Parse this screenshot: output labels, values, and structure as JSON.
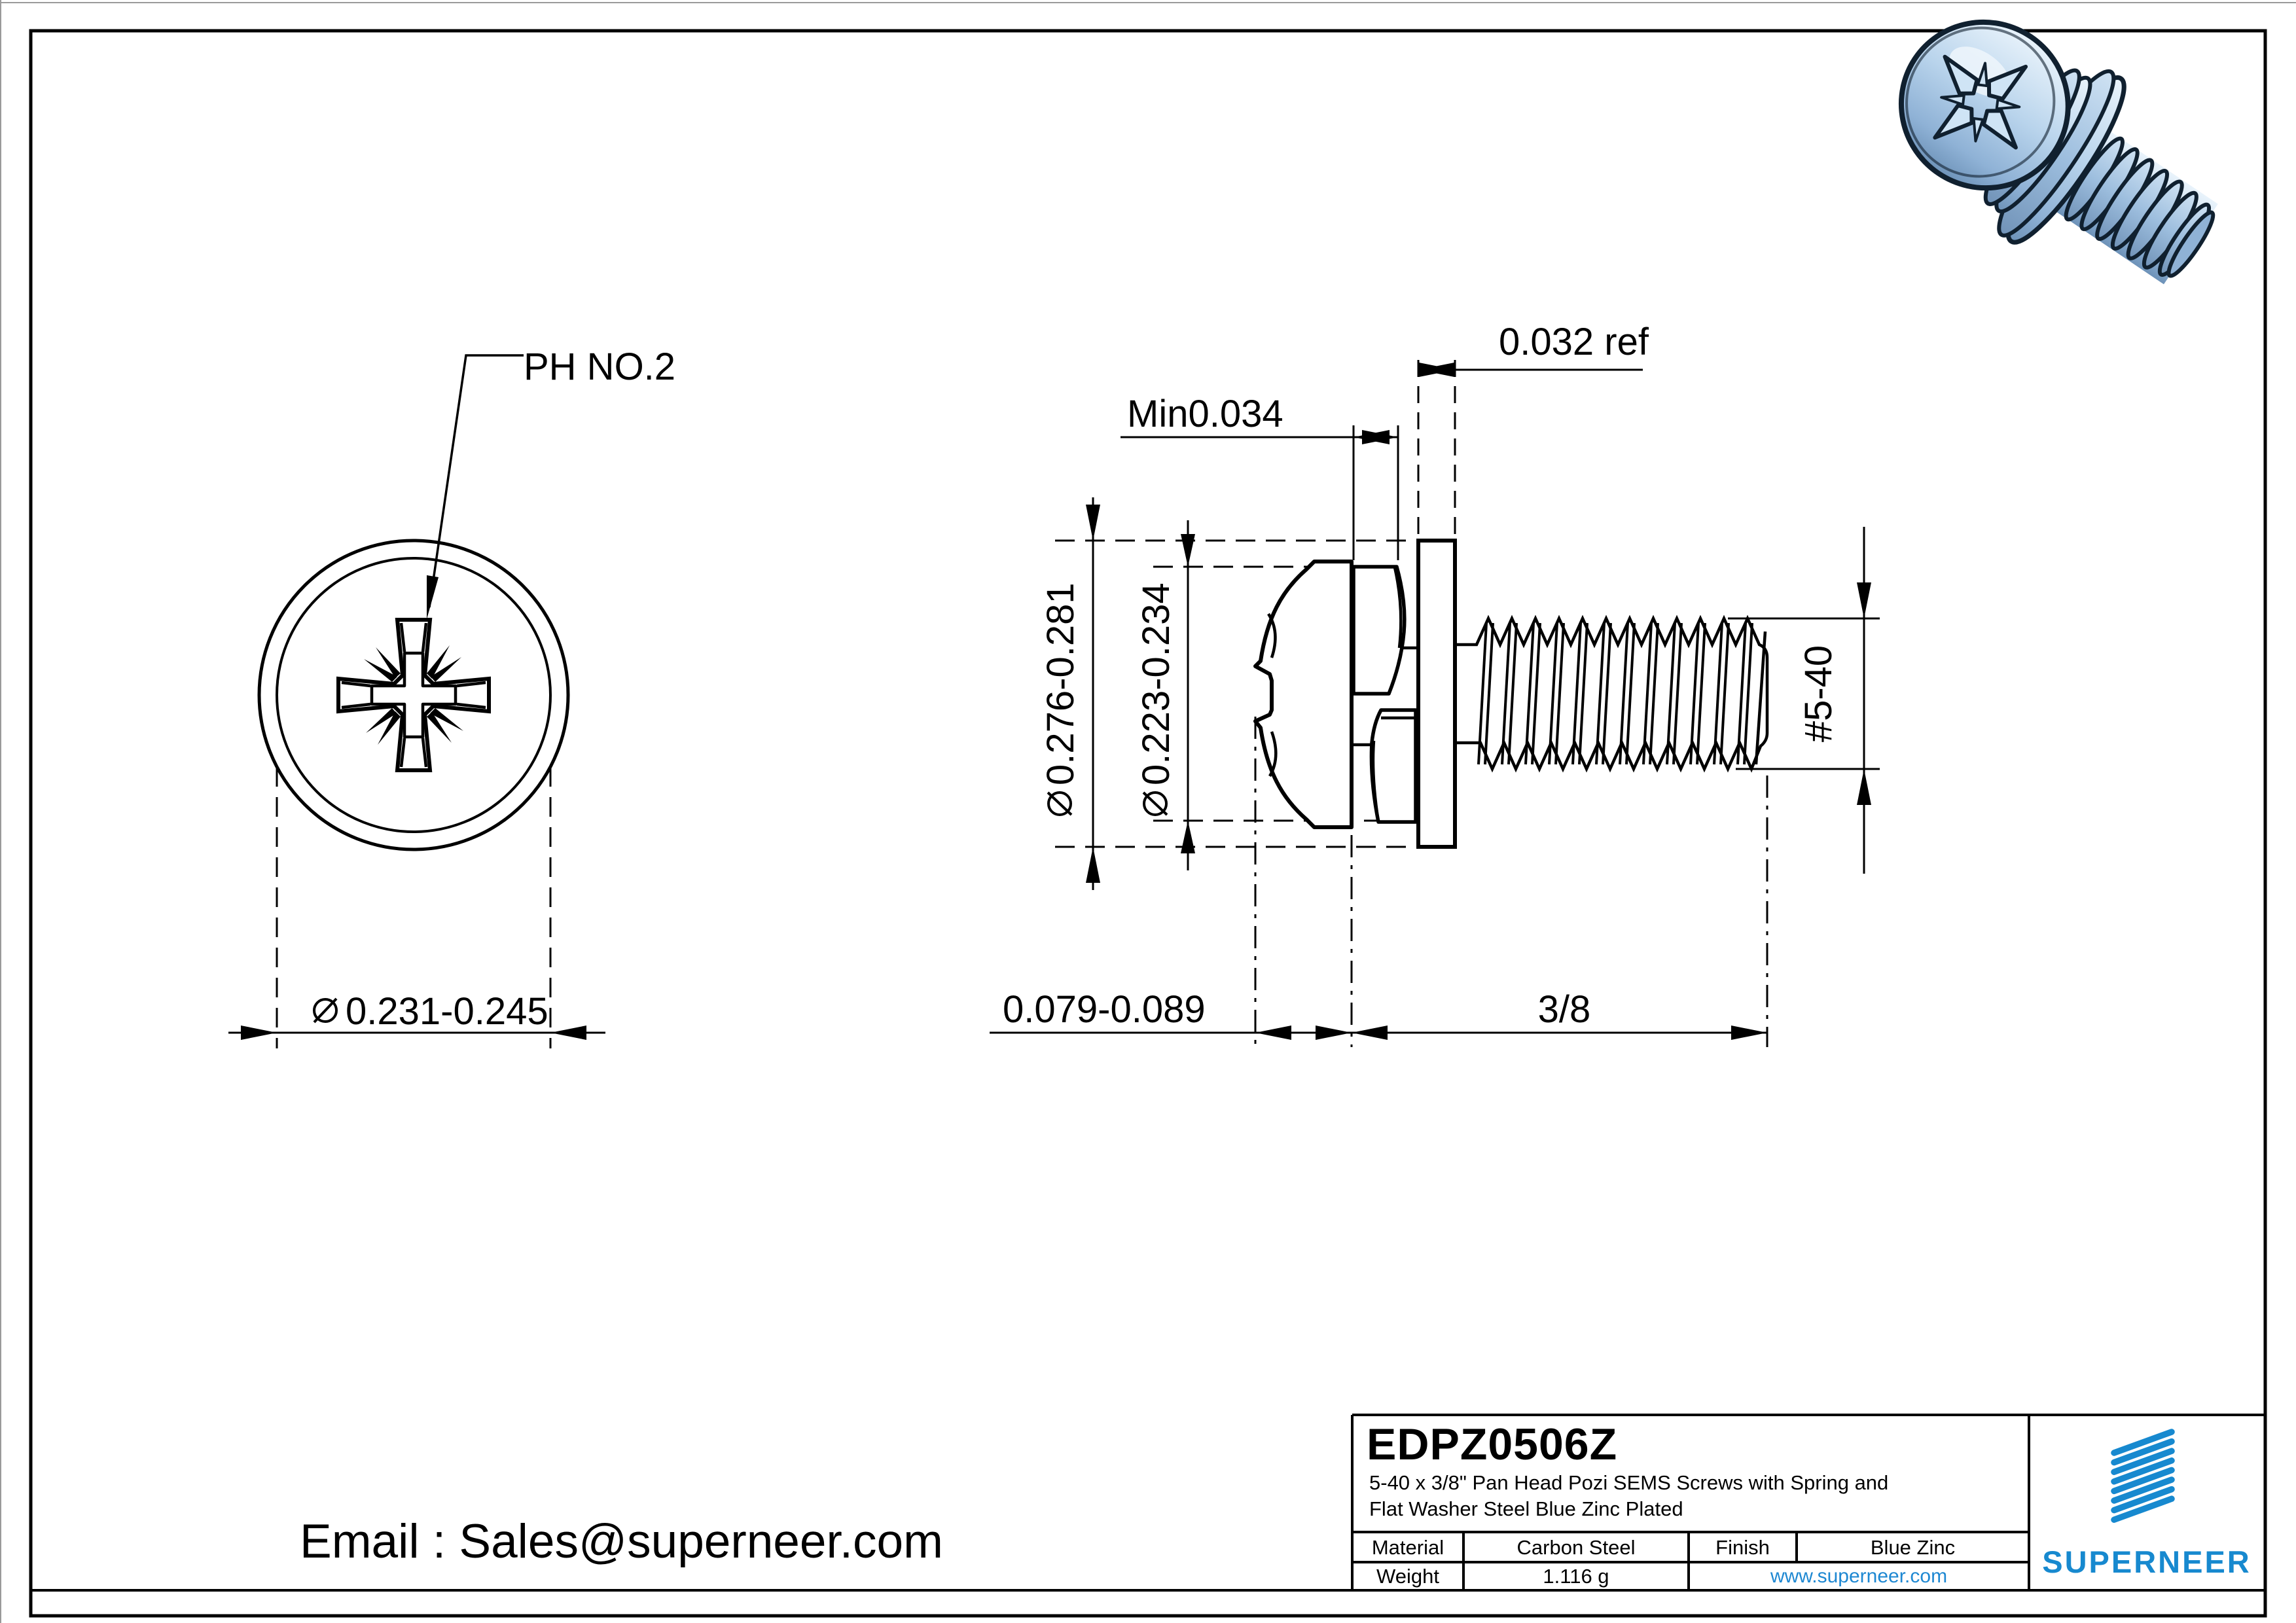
{
  "front_view": {
    "leader_label": "PH NO.2",
    "head_dia": {
      "symbol": "⌀",
      "value": "0.231-0.245"
    }
  },
  "side_view": {
    "flat_washer_thickness": "0.032 ref",
    "spring_washer_min": "Min0.034",
    "flat_washer_od": {
      "symbol": "⌀",
      "value": "0.276-0.281"
    },
    "head_od": {
      "symbol": "⌀",
      "value": "0.223-0.234"
    },
    "thread_size": "#5-40",
    "head_height": "0.079-0.089",
    "thread_length": "3/8"
  },
  "title_block": {
    "part_number": "EDPZ0506Z",
    "description_line1": "5-40 x 3/8\" Pan Head Pozi SEMS Screws with Spring and",
    "description_line2": "Flat Washer Steel Blue Zinc Plated",
    "material_label": "Material",
    "material_value": "Carbon Steel",
    "finish_label": "Finish",
    "finish_value": "Blue Zinc",
    "weight_label": "Weight",
    "weight_value": "1.116 g",
    "website": "www.superneer.com",
    "brand": "SUPERNEER"
  },
  "footer": {
    "email_line": "Email : Sales@superneer.com"
  },
  "colors": {
    "line": "#000000",
    "brand_blue": "#1789cf",
    "link_blue": "#1e88d2",
    "screw_light": "#dcebf7",
    "screw_mid": "#aac9e5",
    "screw_dark": "#7b9fc4",
    "outline_navy": "#10202f"
  }
}
